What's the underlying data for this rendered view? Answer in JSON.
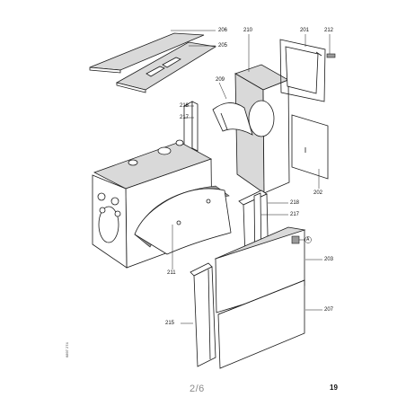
{
  "diagram": {
    "callouts": [
      {
        "id": "c206",
        "label": "206"
      },
      {
        "id": "c205",
        "label": "205"
      },
      {
        "id": "c210",
        "label": "210"
      },
      {
        "id": "c201",
        "label": "201"
      },
      {
        "id": "c212",
        "label": "212"
      },
      {
        "id": "c209",
        "label": "209"
      },
      {
        "id": "c218a",
        "label": "218"
      },
      {
        "id": "c217a",
        "label": "217"
      },
      {
        "id": "c202",
        "label": "202"
      },
      {
        "id": "c218b",
        "label": "218"
      },
      {
        "id": "c217b",
        "label": "217"
      },
      {
        "id": "c203",
        "label": "203"
      },
      {
        "id": "c211",
        "label": "211"
      },
      {
        "id": "c207",
        "label": "207"
      },
      {
        "id": "c215",
        "label": "215"
      }
    ],
    "circle_marker": "A",
    "vertical_code": "6897 274"
  },
  "footer": {
    "page_of": "2/6",
    "page_number": "19"
  }
}
